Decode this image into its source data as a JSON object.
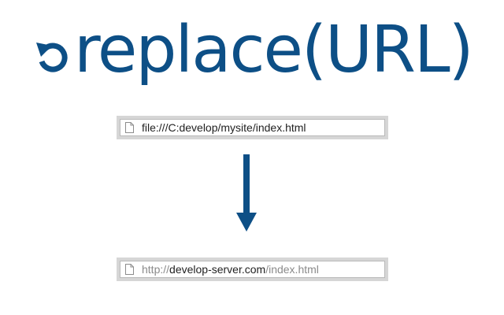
{
  "logo": {
    "text": "replace(URL)",
    "icon": "rotate-back-icon",
    "color": "#0d4f86"
  },
  "source_url": {
    "text": "file:///C:develop/mysite/index.html",
    "icon": "document-icon"
  },
  "target_url": {
    "scheme": "http://",
    "host": "develop-server.com",
    "path": "/index.html",
    "icon": "document-icon"
  },
  "arrow": {
    "icon": "down-arrow-icon",
    "color": "#0d4f86"
  }
}
